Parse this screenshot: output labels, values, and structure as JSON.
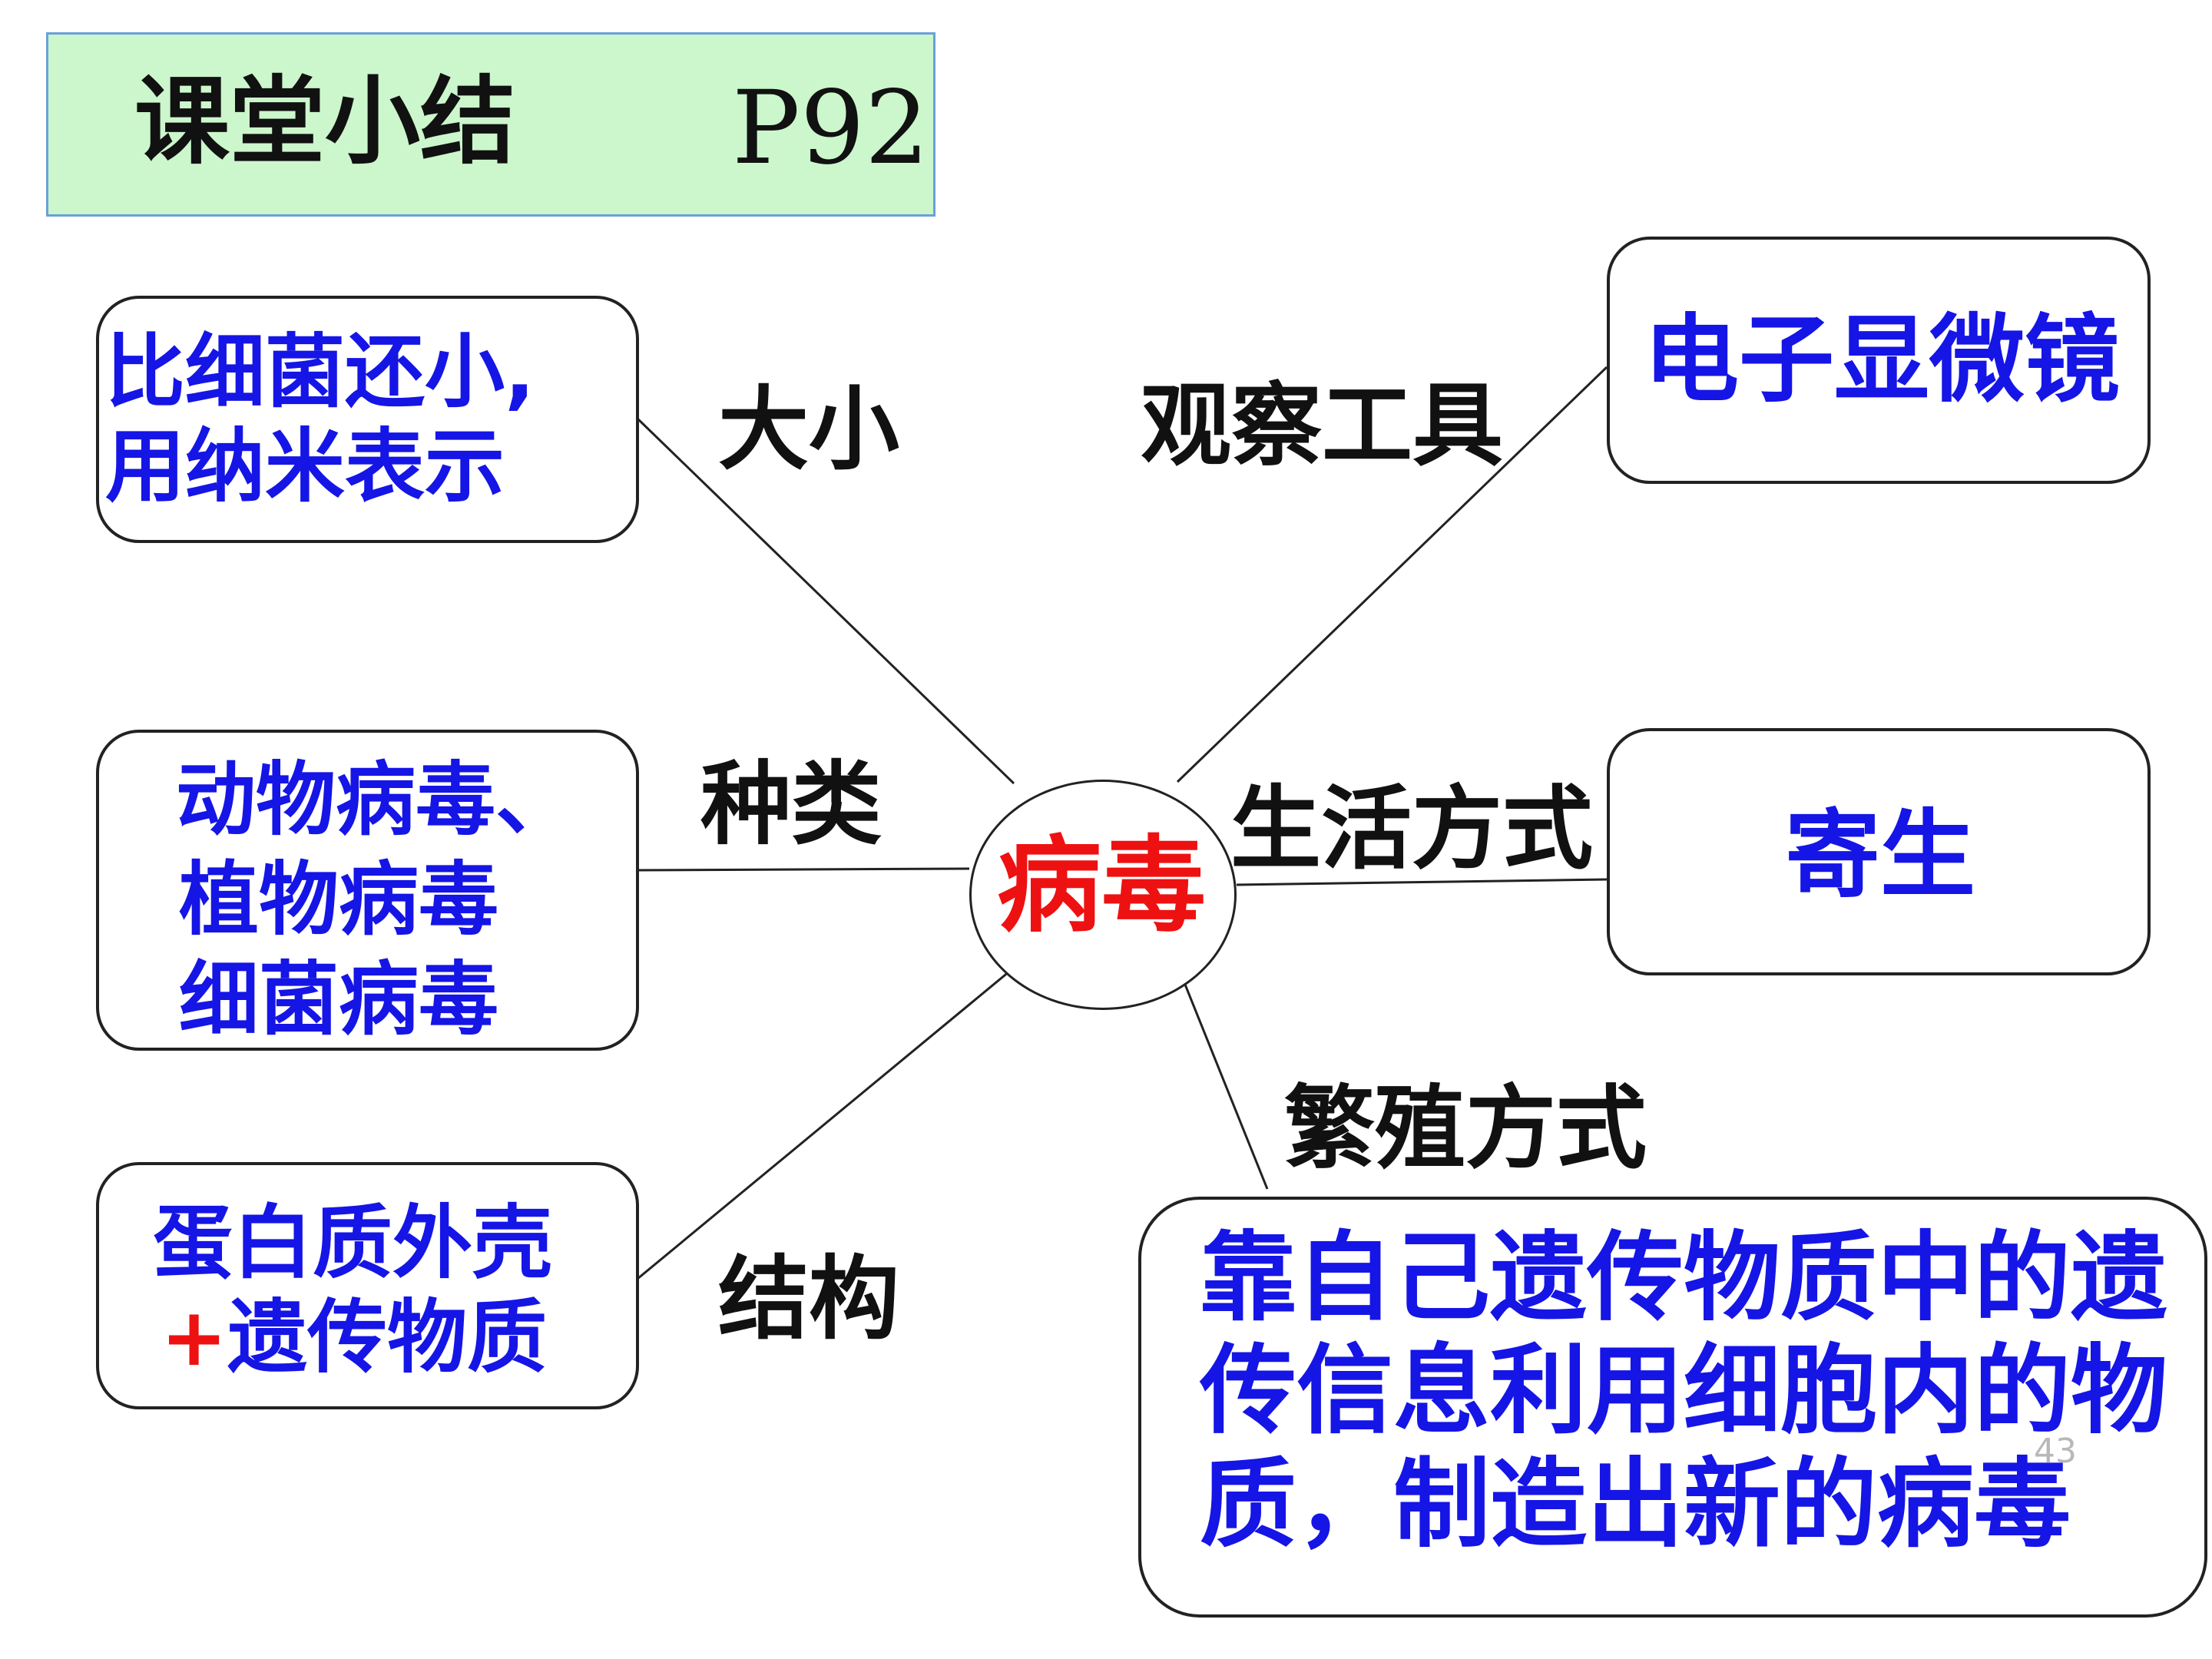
{
  "title": {
    "text": "课堂小结",
    "page": "P92"
  },
  "center": {
    "label": "病毒"
  },
  "branches": {
    "size": {
      "label": "大小",
      "answer_lines": [
        "比细菌还小,",
        "用纳米表示"
      ]
    },
    "types": {
      "label": "种类",
      "answer_lines": [
        "动物病毒、",
        "植物病毒",
        "细菌病毒"
      ]
    },
    "structure": {
      "label": "结构",
      "answer_prefix": "+",
      "answer_lines": [
        "蛋白质外壳",
        "遗传物质"
      ]
    },
    "tool": {
      "label": "观察工具",
      "answer": "电子显微镜"
    },
    "lifestyle": {
      "label": "生活方式",
      "answer": "寄生"
    },
    "reproduction": {
      "label": "繁殖方式",
      "answer_lines": [
        "靠自己遗传物质中的遗",
        "传信息利用细胞内的物",
        "质，制造出新的病毒"
      ]
    }
  },
  "slide_number": "43",
  "colors": {
    "answer": "#1515e6",
    "center": "#ee1111",
    "title_bg": "#ccf6cc",
    "line": "#222222"
  }
}
